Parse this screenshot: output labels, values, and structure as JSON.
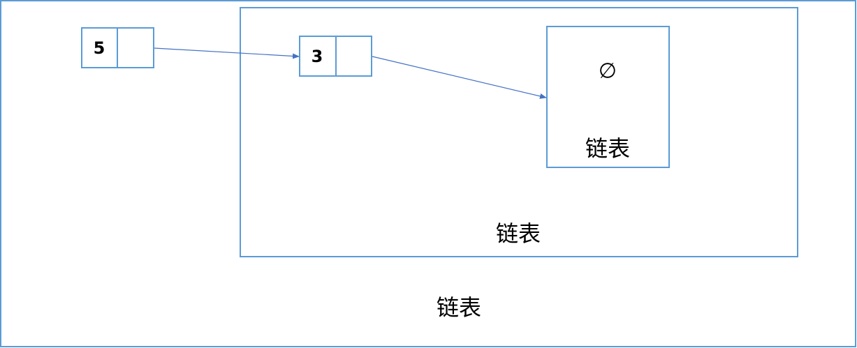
{
  "colors": {
    "box_stroke": "#5B9BD5",
    "arrow": "#4472C4"
  },
  "nodes": [
    {
      "value": "5"
    },
    {
      "value": "3"
    }
  ],
  "empty_list": {
    "symbol": "∅",
    "label": "链表"
  },
  "middle_list": {
    "label": "链表"
  },
  "outer_list": {
    "label": "链表"
  }
}
